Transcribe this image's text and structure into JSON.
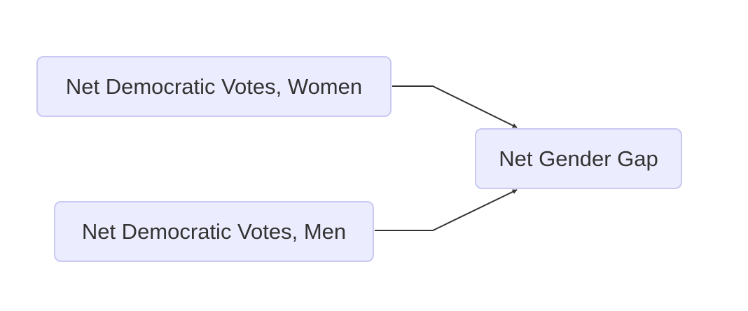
{
  "diagram": {
    "type": "flowchart",
    "direction": "left-to-right",
    "colors": {
      "node_fill": "#ececff",
      "node_border": "#c9c9f2",
      "node_text": "#333333",
      "edge": "#333333"
    },
    "nodes": [
      {
        "id": "women",
        "label": "Net Democratic Votes, Women"
      },
      {
        "id": "men",
        "label": "Net Democratic Votes, Men"
      },
      {
        "id": "gap",
        "label": "Net Gender Gap"
      }
    ],
    "edges": [
      {
        "from": "women",
        "to": "gap"
      },
      {
        "from": "men",
        "to": "gap"
      }
    ]
  }
}
